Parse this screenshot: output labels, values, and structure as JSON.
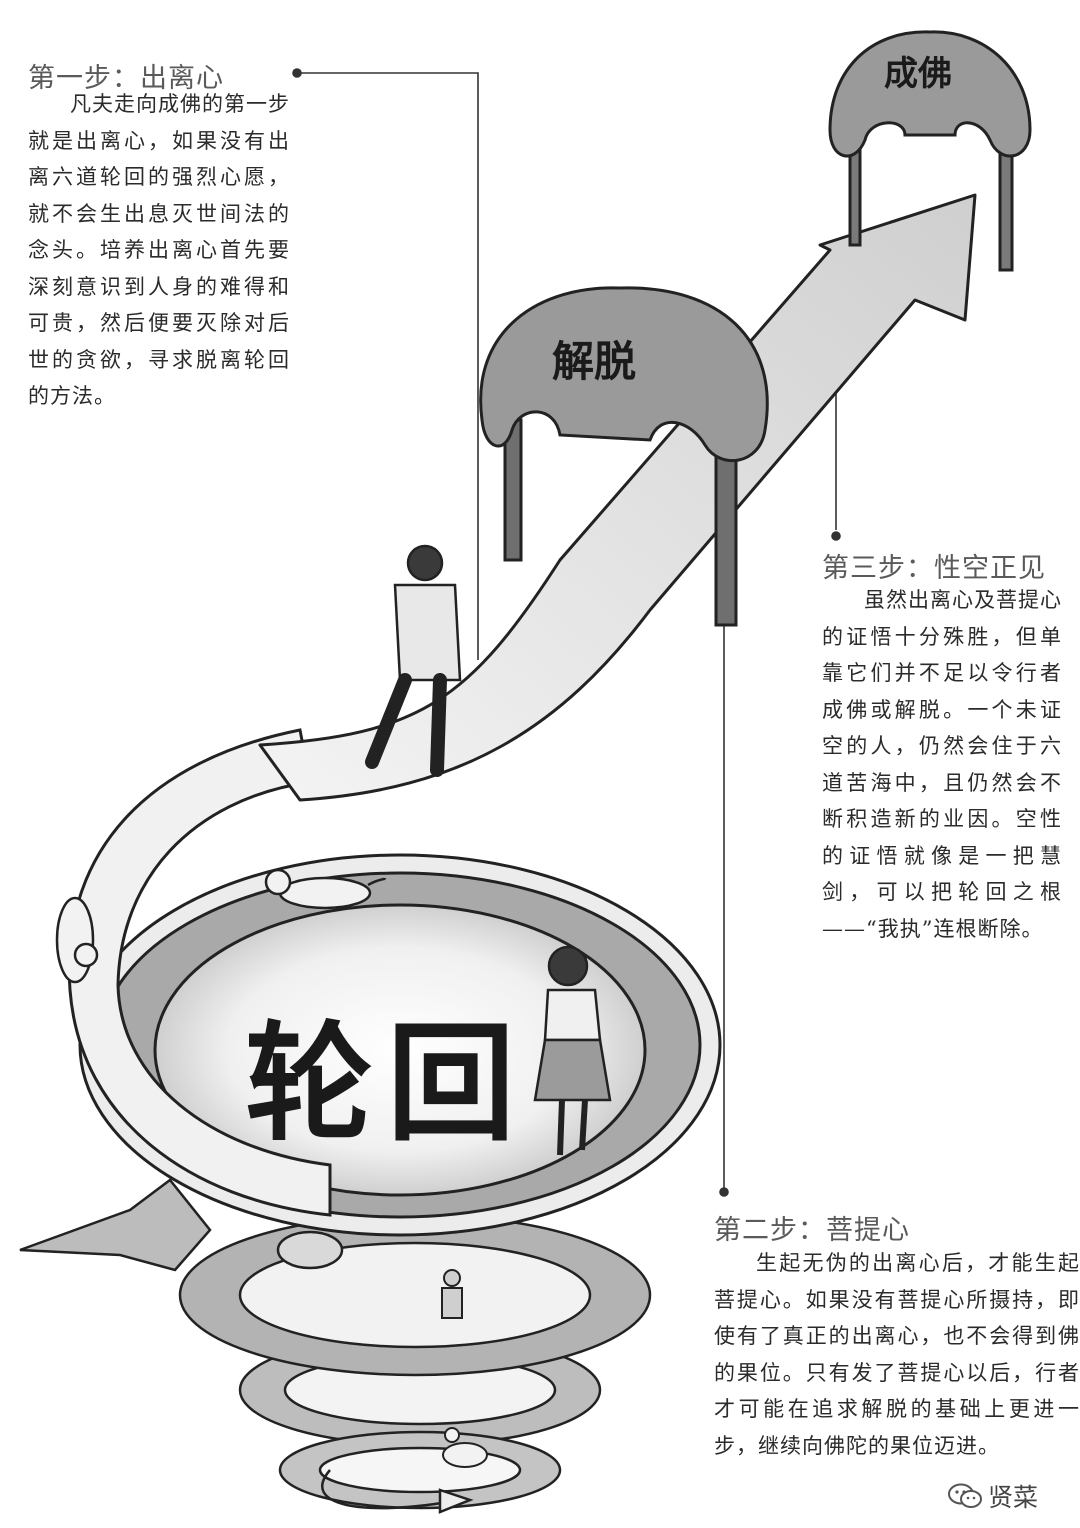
{
  "gates": {
    "top_label": "成佛",
    "middle_label": "解脱"
  },
  "center_label": "轮回",
  "steps": [
    {
      "title": "第一步：出离心",
      "body": "凡夫走向成佛的第一步就是出离心，如果没有出离六道轮回的强烈心愿，就不会生出息灭世间法的念头。培养出离心首先要深刻意识到人身的难得和可贵，然后便要灭除对后世的贪欲，寻求脱离轮回的方法。"
    },
    {
      "title": "第三步：性空正见",
      "body": "虽然出离心及菩提心的证悟十分殊胜，但单靠它们并不足以令行者成佛或解脱。一个未证空的人，仍然会住于六道苦海中，且仍然会不断积造新的业因。空性的证悟就像是一把慧剑，可以把轮回之根——“我执”连根断除。"
    },
    {
      "title": "第二步：菩提心",
      "body": "生起无伪的出离心后，才能生起菩提心。如果没有菩提心所摄持，即使有了真正的出离心，也不会得到佛的果位。只有发了菩提心以后，行者才可能在追求解脱的基础上更进一步，继续向佛陀的果位迈进。"
    }
  ],
  "watermark": {
    "text": "贤菜",
    "icon": "wechat-icon"
  },
  "colors": {
    "gate_fill": "#9a9a9a",
    "band_dark": "#a9a9a9",
    "band_light": "#e6e6e6",
    "outline": "#222222"
  }
}
